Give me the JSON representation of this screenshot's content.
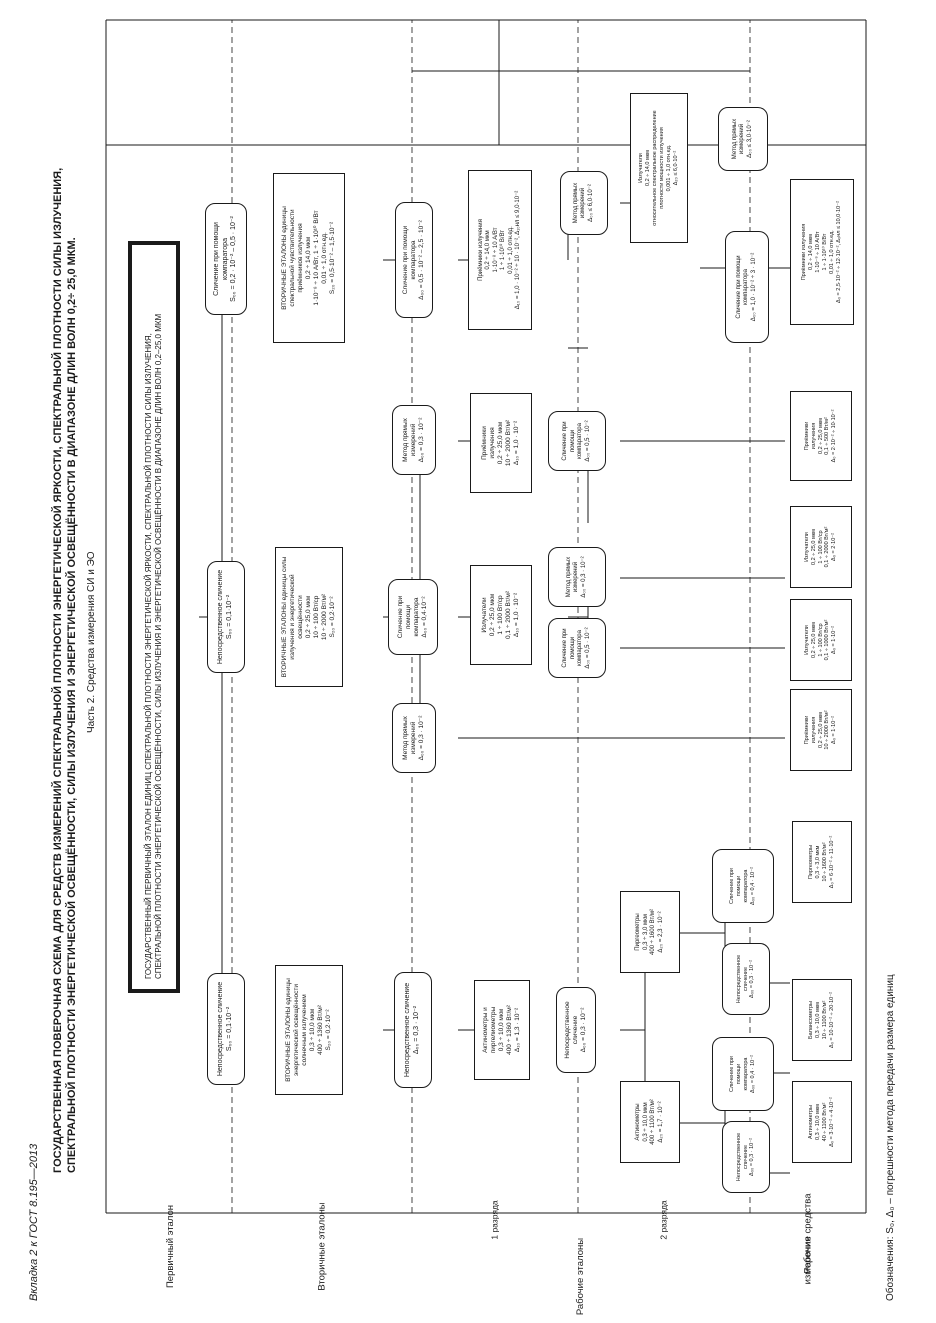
{
  "header": {
    "vkladka": "Вкладка 2 к ГОСТ 8.195—2013",
    "title_lines": [
      "ГОСУДАРСТВЕННАЯ ПОВЕРОЧНАЯ СХЕМА ДЛЯ СРЕДСТВ ИЗМЕРЕНИЙ СПЕКТРАЛЬНОЙ ПЛОТНОСТИ ЭНЕРГЕТИЧЕСКОЙ ЯРКОСТИ, СПЕКТРАЛЬНОЙ ПЛОТНОСТИ СИЛЫ ИЗЛУЧЕНИЯ,",
      "СПЕКТРАЛЬНОЙ ПЛОТНОСТИ ЭНЕРГЕТИЧЕСКОЙ ОСВЕЩЁННОСТИ, СИЛЫ ИЗЛУЧЕНИЯ И ЭНЕРГЕТИЧЕСКОЙ ОСВЕЩЁННОСТИ В ДИАПАЗОНЕ ДЛИН ВОЛН 0,2÷ 25,0 МКМ."
    ],
    "part": "Часть 2. Средства измерения СИ и ЭО"
  },
  "levels": {
    "primary": "Первичный эталон",
    "secondary": "Вторичные эталоны",
    "working": "Рабочие эталоны",
    "rank1": "1 разряда",
    "rank2": "2 разряда",
    "working_instruments": [
      "Рабочие средства",
      "измерения"
    ]
  },
  "footnote": "Обозначения: S₀, Δ₀ – погрешности метода передачи размера единиц",
  "nodes": {
    "primary": [
      "ГОСУДАРСТВЕННЫЙ ПЕРВИЧНЫЙ ЭТАЛОН ЕДИНИЦ СПЕКТРАЛЬНОЙ ПЛОТНОСТИ ЭНЕРГЕТИЧЕСКОЙ ЯРКОСТИ, СПЕКТРАЛЬНОЙ ПЛОТНОСТИ СИЛЫ ИЗЛУЧЕНИЯ,",
      "СПЕКТРАЛЬНОЙ ПЛОТНОСТИ ЭНЕРГЕТИЧЕСКОЙ ОСВЕЩЁННОСТИ, СИЛЫ ИЗЛУЧЕНИЯ И ЭНЕРГЕТИЧЕСКОЙ ОСВЕЩЁННОСТИ В ДИАПАЗОНЕ ДЛИН ВОЛН 0,2–25,0 МКМ"
    ],
    "m1_a": [
      "Непосредственное сличение",
      "S₀₀ = 0,1·10⁻²"
    ],
    "m1_b": [
      "Непосредственное сличение",
      "S₀₀ = 0,1·10⁻²"
    ],
    "m1_c": [
      "Сличение при помощи",
      "компаратора",
      "S₀₀ = 0,2 · 10⁻² – 0,5 · 10⁻²"
    ],
    "sec_a": [
      "ВТОРИЧНЫЕ ЭТАЛОНЫ единицы",
      "энергетической освещённости",
      "солнечным излучением",
      "0,3 ÷ 10,0 мкм",
      "400 ÷ 1360 Вт/м²",
      "S₂₀ = 0,2·10⁻²"
    ],
    "sec_b": [
      "ВТОРИЧНЫЕ ЭТАЛОНЫ единицы силы",
      "излучения и энергетической",
      "освещённости",
      "0,2 ÷ 25,0 мкм",
      "10 ÷ 100 Вт/ср",
      "10 ÷ 2000 Вт/м²",
      "S₂₀ = 0,2·10⁻²"
    ],
    "sec_c": [
      "ВТОРИЧНЫЕ ЭТАЛОНЫ единицы",
      "спектральной чувствительности",
      "приёмников излучения",
      "0,2 ÷ 14,0 мкм",
      "1·10⁻⁸ ÷ 10 А/Вт, 1 ÷ 1·10¹⁰ В/Вт",
      "0,01 ÷ 1,0 отн.ед.",
      "S₂₀ = 0,5·10⁻² – 1,5·10⁻²"
    ],
    "m2_a": [
      "Непосредственное сличение",
      "Δ₀₀ = 0,3 · 10⁻²"
    ],
    "m2_b1": [
      "Метод прямых",
      "измерений",
      "Δ₀₀ = 0,3 · 10⁻²"
    ],
    "m2_b2": [
      "Сличение при",
      "помощи",
      "компаратора",
      "Δ₀₀ = 0,4·10⁻²"
    ],
    "m2_b3": [
      "Метод прямых",
      "измерений",
      "Δ₀₀ = 0,3 · 10⁻²"
    ],
    "m2_c": [
      "Сличение при помощи",
      "компаратора",
      "Δ₀₀ = 0,5 · 10⁻² – 2,5 · 10⁻²"
    ],
    "r1_a": [
      "Актинометры и",
      "пиргелиометры",
      "0,3 ÷ 10,0 мкм",
      "400 ÷ 1360 Вт/м²",
      "Δ₁₀ = 1,3 · 10⁻²"
    ],
    "r1_b1": [
      "Излучатели",
      "0,2 ÷ 25,0 мкм",
      "1 ÷ 100 Вт/ср",
      "0,1 ÷ 2000 Вт/м²",
      "Δ₁₀ = 1,0 · 10⁻²"
    ],
    "r1_b2": [
      "Приёмники",
      "излучения",
      "0,2 ÷ 25,0 мкм",
      "10 ÷ 2000 Вт/м²",
      "Δ₁₀ = 1,0 · 10⁻²"
    ],
    "r1_c": [
      "Приёмники излучения",
      "0,2 ÷ 14,0 мкм",
      "1·10⁻⁸ ÷ 10 А/Вт",
      "1 ÷ 1·10¹⁰ В/Вт",
      "0,01 ÷ 1,0 отн.ед.",
      "Δ₁₀ = 1,0 · 10⁻² ÷ 10 · 10⁻², Δ₁₀нл ≤ 9,0·10⁻²"
    ],
    "m3_a": [
      "Непосредственное",
      "сличение",
      "Δ₀₀ = 0,3 · 10⁻²"
    ],
    "m3_b1": [
      "Сличение при",
      "помощи",
      "компаратора",
      "Δ₀₀ = 0,5 · 10⁻²"
    ],
    "m3_b2": [
      "Метод прямых",
      "измерений",
      "Δ₀₀ = 0,3 · 10⁻²"
    ],
    "m3_b3": [
      "Сличение при",
      "помощи",
      "компаратора",
      "Δ₀₀ = 0,5 · 10⁻²"
    ],
    "m3_c1": [
      "Метод прямых",
      "измерений",
      "Δ₀₀ ≤ 6,0·10⁻²"
    ],
    "r2_a1": [
      "Актинометры",
      "0,3 ÷ 10,0 мкм",
      "400 ÷ 1100 Вт/м²",
      "Δ₂₀ = 1,7 · 10⁻²"
    ],
    "r2_a2": [
      "Пиргеометры",
      "0,3 ÷ 3,0 мкм",
      "400 ÷ 1600 Вт/м²",
      "Δ₂₀ = 2,3 · 10⁻²"
    ],
    "r2_c1": [
      "Излучатели",
      "0,2 ÷ 14,0 мкм",
      "относительное спектральное распределение",
      "плотности мощности излучения",
      "0,001 ÷ 1,0 отн.ед.",
      "Δ₂₀ ≤ 6,0·10⁻²"
    ],
    "r2_c2": [
      "Сличение при помощи",
      "компаратора",
      "Δ₀₀ = 1,0 · 10⁻² ÷ 3 · 10⁻²"
    ],
    "r2_c3": [
      "Метод прямых",
      "измерений",
      "Δ₀₀ ≤ 3,0·10⁻²"
    ],
    "m4_a1": [
      "Непосредственное",
      "сличение",
      "Δ₀₀ = 0,3 · 10⁻²"
    ],
    "m4_a2": [
      "Сличение при",
      "помощи",
      "компаратора",
      "Δ₀₀ = 0,4 · 10⁻²"
    ],
    "m4_a3": [
      "Непосредственное",
      "сличение",
      "Δ₀₀ = 0,3 · 10⁻²"
    ],
    "m4_a4": [
      "Сличение при",
      "помощи",
      "компаратора",
      "Δ₀₀ = 0,4 · 10⁻²"
    ],
    "w_a1": [
      "Актинометры",
      "0,3 ÷ 10,0 мкм",
      "40 ÷ 1100 Вт/м²",
      "Δ₀ = 3·10⁻² ÷ 4·10⁻²"
    ],
    "w_a2": [
      "Балансометры",
      "0,3 ÷ 10,0 мкм",
      "10 ÷ 1100 Вт/м²",
      "Δ₀ = 10·10⁻² ÷ 20·10⁻²"
    ],
    "w_a3": [
      "Пиргеометры",
      "0,3 ÷ 3,0 мкм",
      "10 ÷ 1600 Вт/м²",
      "Δ₀ = 6·10⁻² ÷ 11·10⁻²"
    ],
    "w_b1": [
      "Приёмники",
      "излучения",
      "0,2 ÷ 25,0 мкм",
      "10 ÷ 2000 Вт/м²",
      "Δ₀ = 1·10⁻²"
    ],
    "w_b2": [
      "Излучатели",
      "0,2 ÷ 25,0 мкм",
      "1 ÷ 100 Вт/ср",
      "0,1 ÷ 1000 Вт/м²",
      "Δ₀ = 1·10⁻²"
    ],
    "w_b3": [
      "Излучатели",
      "0,2 ÷ 25,0 мкм",
      "1 ÷ 100 Вт/ср",
      "0,1 ÷ 2000 Вт/м²",
      "Δ₀ = 2·10⁻²"
    ],
    "w_b4": [
      "Приёмники",
      "излучения",
      "0,2 ÷ 25,0 мкм",
      "0,1 ÷ 500 Вт/м²",
      "Δ₀ = 2·10⁻² ÷ 10·10⁻²"
    ],
    "w_c": [
      "Приёмники излучения",
      "0,2 ÷ 14,0 мкм",
      "1·10⁻⁸ ÷ 10 А/Вт",
      "1 ÷ 1·10¹⁰ В/Вт",
      "0,01 ÷ 1,0 отн.ед.",
      "Δ₀ = 2,5·10⁻² ÷ 12·10⁻², Δ₀нл ≤ 10,0·10⁻²"
    ]
  }
}
